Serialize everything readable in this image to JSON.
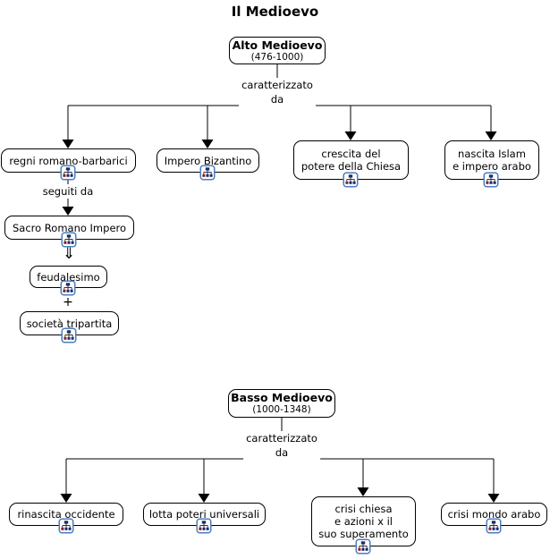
{
  "title": "Il Medioevo",
  "colors": {
    "box_border": "#000000",
    "background": "#ffffff",
    "icon_border": "#4a7ebf",
    "icon_node_blue": "#1b2a72",
    "icon_node_red": "#8c1f1f"
  },
  "linking": {
    "caratterizzato_line1": "caratterizzato",
    "caratterizzato_line2": "da",
    "seguiti": "seguiti da",
    "double_arrow": "⇓",
    "plus": "+"
  },
  "alto": {
    "title": "Alto Medioevo",
    "dates": "(476-1000)",
    "children": {
      "regni": "regni romano-barbarici",
      "bizantino": "Impero Bizantino",
      "chiesa_line1": "crescita del",
      "chiesa_line2": "potere della Chiesa",
      "islam_line1": "nascita Islam",
      "islam_line2": "e impero arabo"
    },
    "chain": {
      "sacro": "Sacro Romano Impero",
      "feudalesimo": "feudalesimo",
      "societa": "società tripartita"
    }
  },
  "basso": {
    "title": "Basso Medioevo",
    "dates": "(1000-1348)",
    "children": {
      "rinascita": "rinascita occidente",
      "lotta": "lotta poteri universali",
      "crisi_chiesa_line1": "crisi chiesa",
      "crisi_chiesa_line2": "e azioni x il",
      "crisi_chiesa_line3": "suo superamento",
      "crisi_arabo": "crisi mondo arabo"
    }
  }
}
